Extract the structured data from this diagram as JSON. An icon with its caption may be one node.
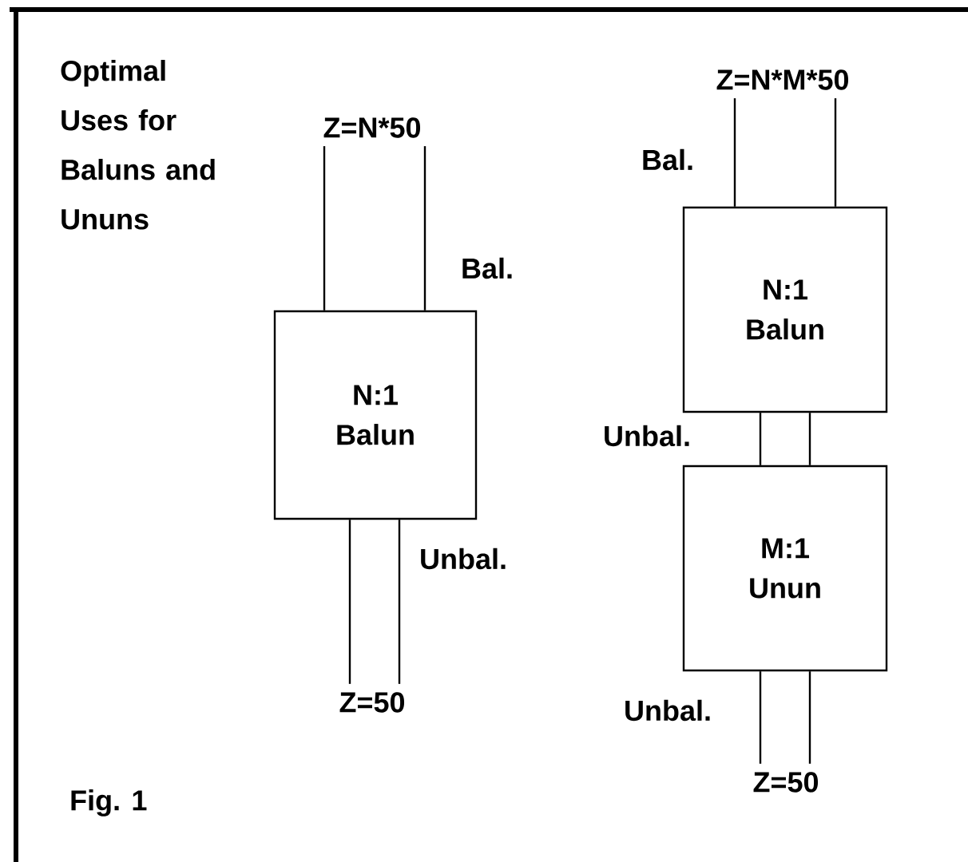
{
  "diagram": {
    "title": "Optimal Uses for Baluns and Ununs",
    "caption": "Fig. 1",
    "nodes": [
      {
        "text": [
          "N:1 Balun"
        ]
      },
      {
        "text": [
          "N:1 Balun"
        ]
      },
      {
        "text": [
          "M:1 Unun"
        ]
      },
      {
        "text": [
          "Z=N*50"
        ]
      },
      {
        "text": [
          "Z=50"
        ]
      },
      {
        "text": [
          "Z=N*M*50"
        ]
      },
      {
        "text": [
          "Z=50"
        ]
      }
    ],
    "edges": [
      {
        "from": 0,
        "to": 3,
        "arrow": "none"
      },
      {
        "from": 0,
        "to": 3,
        "arrow": "none"
      },
      {
        "from": 0,
        "to": 4,
        "arrow": "none"
      },
      {
        "from": 0,
        "to": 4,
        "arrow": "none"
      },
      {
        "from": 1,
        "to": 5,
        "arrow": "none"
      },
      {
        "from": 1,
        "to": 5,
        "arrow": "none"
      },
      {
        "from": 1,
        "to": 2,
        "arrow": "none"
      },
      {
        "from": 1,
        "to": 2,
        "arrow": "none"
      },
      {
        "from": 2,
        "to": 6,
        "arrow": "none"
      },
      {
        "from": 2,
        "to": 6,
        "arrow": "none"
      }
    ],
    "labels": [
      "Bal.",
      "Bal.",
      "Unbal.",
      "Unbal.",
      "Unbal."
    ]
  }
}
